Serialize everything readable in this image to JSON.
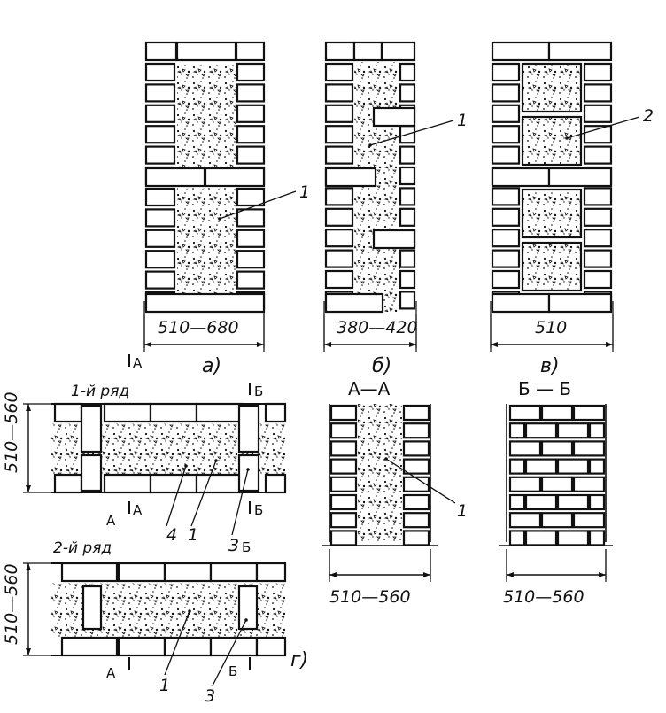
{
  "figure_a": {
    "dimension": "510—680",
    "caption": "а)",
    "callout": "1"
  },
  "figure_b": {
    "dimension": "380—420",
    "caption": "б)",
    "callout": "1"
  },
  "figure_v": {
    "dimension": "510",
    "caption": "в)",
    "callout": "2"
  },
  "figure_g": {
    "caption": "г)",
    "row1_label": "1-й ряд",
    "row2_label": "2-й ряд",
    "side_dimension_1": "510—560",
    "side_dimension_2": "510—560",
    "section_mark_a": "А",
    "section_mark_b": "Б",
    "callout_1": "1",
    "callout_3": "3",
    "callout_4": "4"
  },
  "section_aa": {
    "title": "А—А",
    "dimension": "510—560",
    "callout": "1"
  },
  "section_bb": {
    "title": "Б — Б",
    "dimension": "510—560"
  },
  "colors": {
    "ink": "#111111",
    "fill": "#ffffff"
  }
}
